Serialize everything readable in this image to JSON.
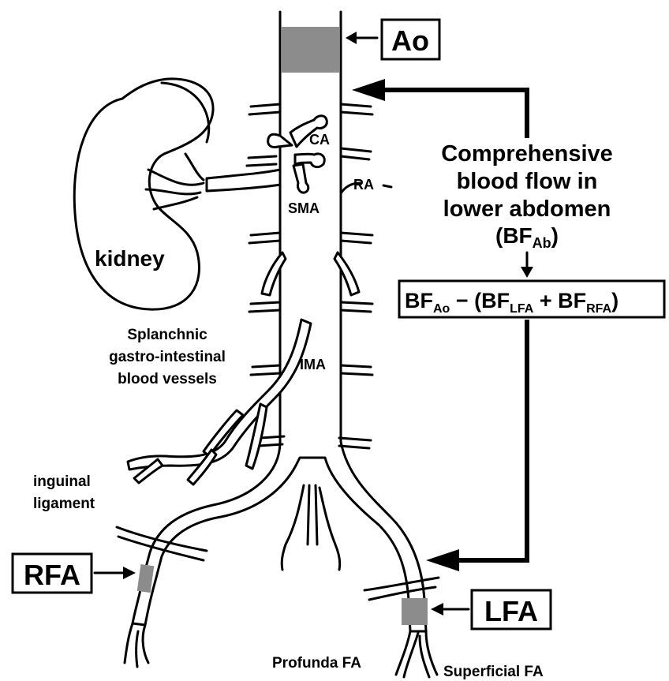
{
  "labels": {
    "ao": "Ao",
    "rfa": "RFA",
    "lfa": "LFA",
    "kidney": "kidney",
    "ca": "CA",
    "ra": "RA",
    "sma": "SMA",
    "ima": "IMA",
    "splanchnic_1": "Splanchnic",
    "splanchnic_2": "gastro-intestinal",
    "splanchnic_3": "blood vessels",
    "inguinal_1": "inguinal",
    "inguinal_2": "ligament",
    "profunda": "Profunda FA",
    "superficial": "Superficial FA"
  },
  "comprehensive": {
    "line1": "Comprehensive",
    "line2": "blood flow in",
    "line3": "lower abdomen",
    "abbr_open": "(BF",
    "abbr_sub": "Ab",
    "abbr_close": ")"
  },
  "formula": {
    "bf1": "BF",
    "sub1": "Ao",
    "minus_open": " − (BF",
    "sub2": "LFA",
    "plus": " + BF",
    "sub3": "RFA",
    "close": ")"
  },
  "colors": {
    "measurement_site": "#8c8c8c",
    "line": "#000000",
    "background": "#ffffff"
  }
}
